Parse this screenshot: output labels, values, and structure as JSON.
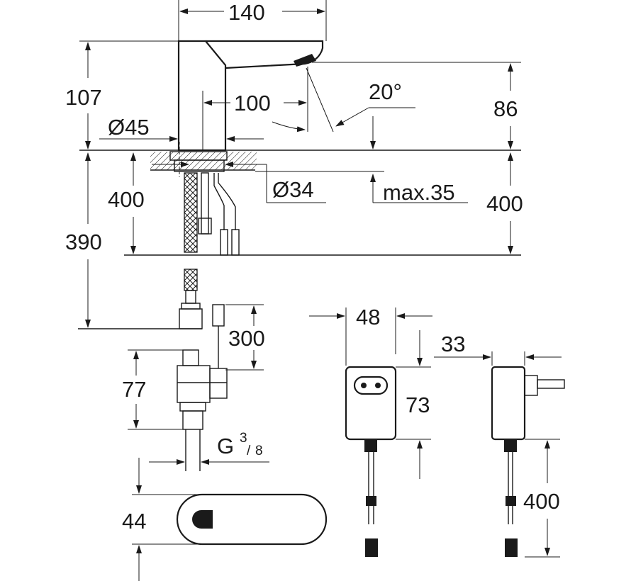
{
  "dimensions": {
    "faucet_width": "140",
    "faucet_height": "107",
    "spout_projection": "100",
    "sensor_angle": "20°",
    "spout_height": "86",
    "body_diameter": "Ø45",
    "hole_diameter": "Ø34",
    "max_deck_thickness": "max.35",
    "hose_length_left": "400",
    "hose_length_right": "400",
    "total_hose_length": "390",
    "cable_length": "300",
    "valve_height": "77",
    "thread_base": "G",
    "thread_numerator": "3",
    "thread_denominator": "8",
    "sensor_height": "44",
    "adapter_width": "48",
    "adapter_height": "73",
    "adapter_depth": "33",
    "adapter_cable_length": "400"
  }
}
